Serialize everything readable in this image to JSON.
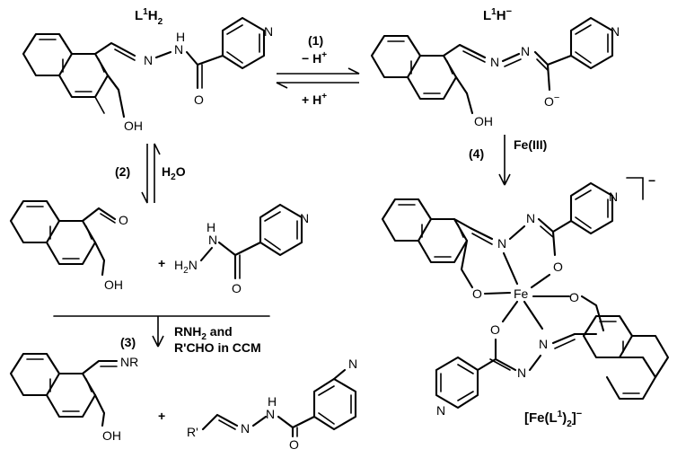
{
  "compounds": {
    "ligand": {
      "label": "L",
      "sup": "1",
      "rest": "H",
      "sub": "2"
    },
    "anion": {
      "label": "L",
      "sup": "1",
      "rest": "H",
      "charge": "−"
    },
    "complex": {
      "open": "[Fe(L",
      "sup": "1",
      "close": ")",
      "sub": "2",
      "end": "]",
      "charge": "−"
    }
  },
  "steps": {
    "step1": "(1)",
    "step1_top": "− H",
    "step1_top_sup": "+",
    "step1_bottom": "+ H",
    "step1_bottom_sup": "+",
    "step2": "(2)",
    "step2_reagent_a": "H",
    "step2_reagent_sub": "2",
    "step2_reagent_b": "O",
    "step3": "(3)",
    "step3_line1": "RNH",
    "step3_line1_sub": "2",
    "step3_line1_tail": " and",
    "step3_line2": "R'CHO in CCM",
    "step4": "(4)",
    "step4_reagent": "Fe(III)"
  },
  "atoms": {
    "N": "N",
    "H": "H",
    "O": "O",
    "OH": "OH",
    "Ominus": "O",
    "minus": "−",
    "Fe": "Fe",
    "NR": "NR",
    "Rprime": "R'",
    "H2N_a": "H",
    "H2N_sub": "2",
    "H2N_b": "N",
    "plus": "+",
    "bracket_charge": "−"
  }
}
